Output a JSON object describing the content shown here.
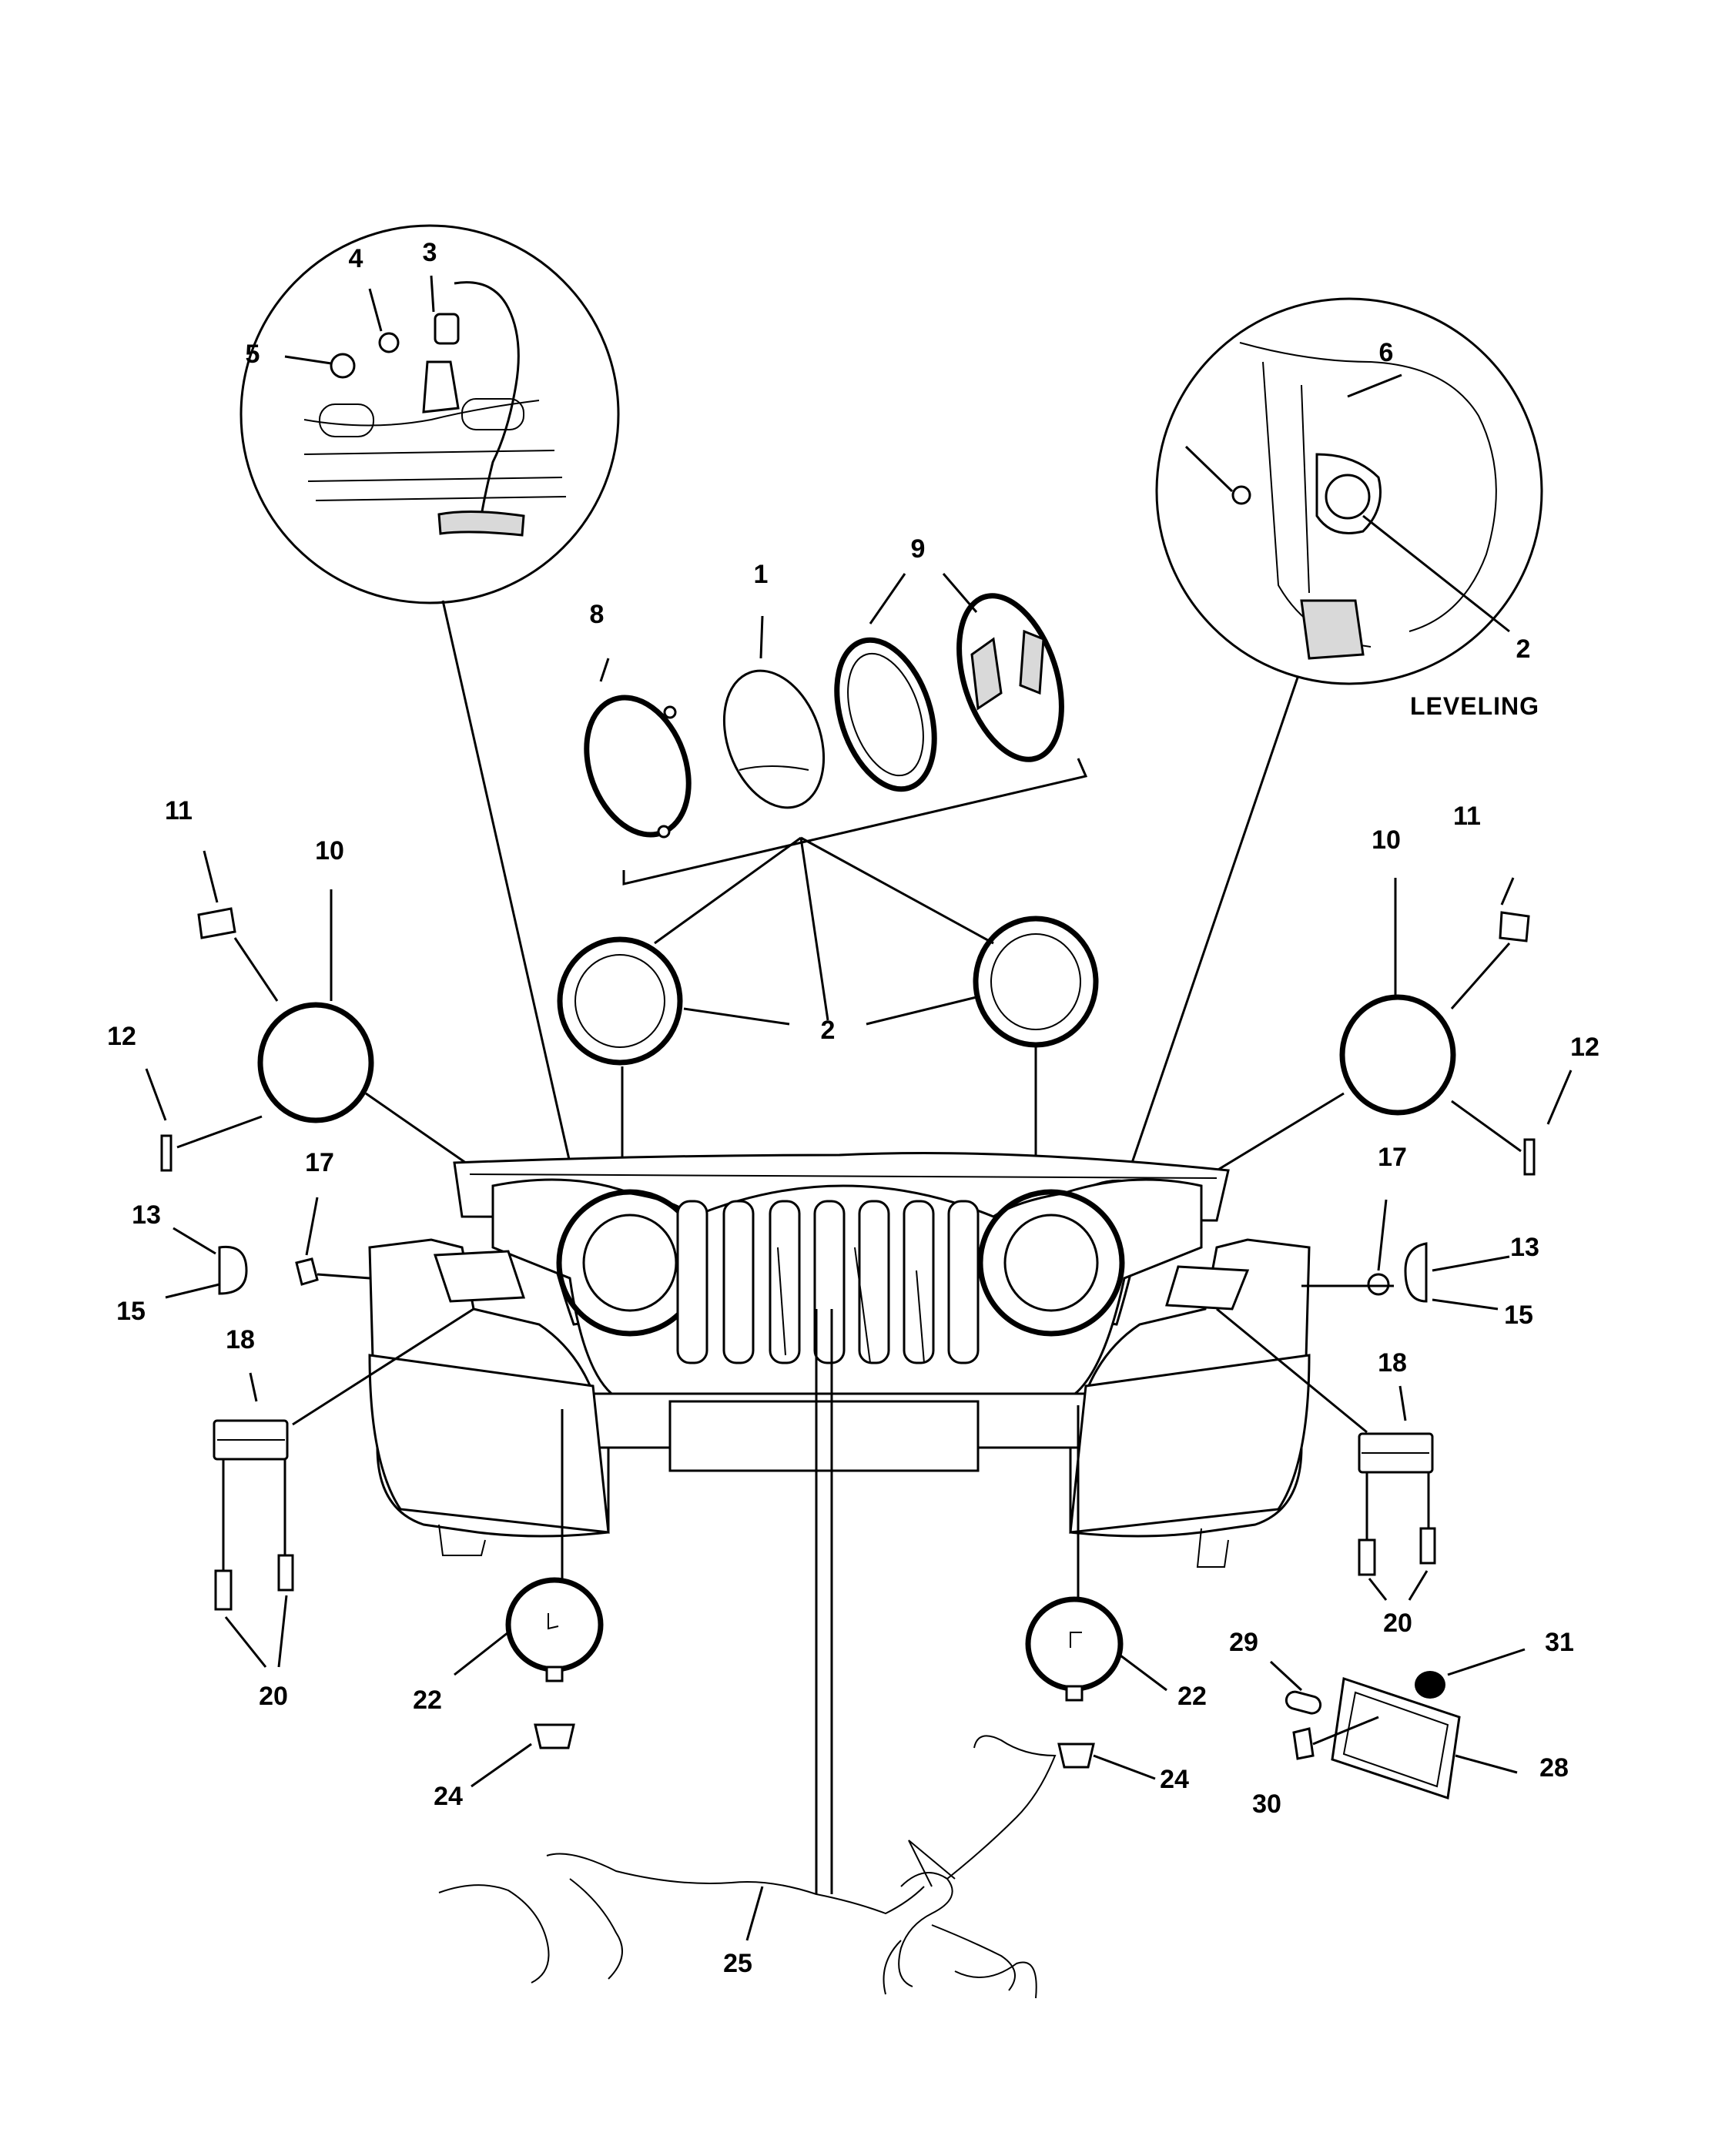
{
  "diagram": {
    "caption": "LEVELING",
    "callouts": [
      {
        "id": "c5",
        "label": "5"
      },
      {
        "id": "c4",
        "label": "4"
      },
      {
        "id": "c3",
        "label": "3"
      },
      {
        "id": "c6",
        "label": "6"
      },
      {
        "id": "c2-detail",
        "label": "2"
      },
      {
        "id": "c8",
        "label": "8"
      },
      {
        "id": "c1",
        "label": "1"
      },
      {
        "id": "c9",
        "label": "9"
      },
      {
        "id": "c11-left",
        "label": "11"
      },
      {
        "id": "c10-left",
        "label": "10"
      },
      {
        "id": "c10-right",
        "label": "10"
      },
      {
        "id": "c11-right",
        "label": "11"
      },
      {
        "id": "c12-left",
        "label": "12"
      },
      {
        "id": "c12-right",
        "label": "12"
      },
      {
        "id": "c2-center",
        "label": "2"
      },
      {
        "id": "c17-left",
        "label": "17"
      },
      {
        "id": "c17-right",
        "label": "17"
      },
      {
        "id": "c13-left",
        "label": "13"
      },
      {
        "id": "c13-right",
        "label": "13"
      },
      {
        "id": "c15-left",
        "label": "15"
      },
      {
        "id": "c15-right",
        "label": "15"
      },
      {
        "id": "c18-left",
        "label": "18"
      },
      {
        "id": "c18-right",
        "label": "18"
      },
      {
        "id": "c20-left",
        "label": "20"
      },
      {
        "id": "c20-right",
        "label": "20"
      },
      {
        "id": "c22-left",
        "label": "22"
      },
      {
        "id": "c22-right",
        "label": "22"
      },
      {
        "id": "c24-left",
        "label": "24"
      },
      {
        "id": "c24-right",
        "label": "24"
      },
      {
        "id": "c29",
        "label": "29"
      },
      {
        "id": "c31",
        "label": "31"
      },
      {
        "id": "c30",
        "label": "30"
      },
      {
        "id": "c28",
        "label": "28"
      },
      {
        "id": "c25",
        "label": "25"
      }
    ]
  }
}
